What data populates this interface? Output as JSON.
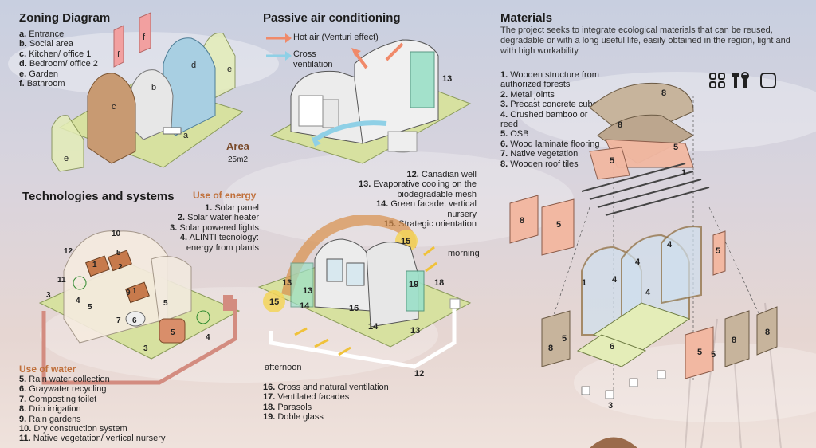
{
  "zoning": {
    "title": "Zoning Diagram",
    "items": [
      {
        "key": "a.",
        "label": "Entrance"
      },
      {
        "key": "b.",
        "label": "Social area"
      },
      {
        "key": "c.",
        "label": "Kitchen/ office 1"
      },
      {
        "key": "d.",
        "label": "Bedroom/ office 2"
      },
      {
        "key": "e.",
        "label": "Garden"
      },
      {
        "key": "f.",
        "label": "Bathroom"
      }
    ],
    "area_label": "Area",
    "area_value": "25m2",
    "labels": {
      "a": "a",
      "b": "b",
      "c": "c",
      "d": "d",
      "e": "e",
      "f": "f"
    }
  },
  "passive": {
    "title": "Passive air conditioning",
    "hot_air": "Hot air (Venturi effect)",
    "cross_vent": "Cross\nventilation",
    "items": [
      {
        "num": "12.",
        "label": "Canadian well"
      },
      {
        "num": "13.",
        "label": "Evaporative cooling on the biodegradable mesh"
      },
      {
        "num": "14.",
        "label": "Green facade, vertical nursery"
      },
      {
        "num": "15.",
        "label": "Strategic orientation"
      }
    ],
    "items2": [
      {
        "num": "16.",
        "label": "Cross and natural ventilation"
      },
      {
        "num": "17.",
        "label": "Ventilated facades"
      },
      {
        "num": "18.",
        "label": "Parasols"
      },
      {
        "num": "19.",
        "label": "Doble glass"
      }
    ],
    "morning": "morning",
    "afternoon": "afternoon",
    "diagram_numbers": [
      "13",
      "15",
      "13",
      "14",
      "16",
      "14",
      "13",
      "19",
      "18",
      "12",
      "15"
    ]
  },
  "tech": {
    "title": "Technologies and systems",
    "energy_title": "Use of energy",
    "energy_items": [
      {
        "num": "1.",
        "label": "Solar panel"
      },
      {
        "num": "2.",
        "label": "Solar water heater"
      },
      {
        "num": "3.",
        "label": "Solar powered lights"
      },
      {
        "num": "4.",
        "label": "ALINTI tecnology:\nenergy from plants"
      }
    ],
    "water_title": "Use of water",
    "water_items": [
      {
        "num": "5.",
        "label": "Rain water collection"
      },
      {
        "num": "6.",
        "label": "Graywater recycling"
      },
      {
        "num": "7.",
        "label": "Composting toilet"
      },
      {
        "num": "8.",
        "label": "Drip irrigation"
      },
      {
        "num": "9.",
        "label": "Rain gardens"
      },
      {
        "num": "10.",
        "label": "Dry construction system"
      },
      {
        "num": "11.",
        "label": "Native vegetation/ vertical nursery"
      }
    ],
    "diagram_numbers": [
      "10",
      "12",
      "5",
      "1",
      "2",
      "11",
      "3",
      "4",
      "5",
      "9",
      "1",
      "7",
      "6",
      "5",
      "5",
      "4",
      "3"
    ]
  },
  "materials": {
    "title": "Materials",
    "intro": "The project seeks to integrate ecological materials that can be reused, degradable or with a long useful life, easily obtained in the region, light and with high workability.",
    "items": [
      {
        "num": "1.",
        "label": "Wooden structure from authorized forests"
      },
      {
        "num": "2.",
        "label": "Metal joints"
      },
      {
        "num": "3.",
        "label": "Precast concrete cubes"
      },
      {
        "num": "4.",
        "label": "Crushed bamboo or reed"
      },
      {
        "num": "5.",
        "label": "OSB"
      },
      {
        "num": "6.",
        "label": "Wood laminate flooring"
      },
      {
        "num": "7.",
        "label": "Native vegetation"
      },
      {
        "num": "8.",
        "label": "Wooden roof tiles"
      }
    ],
    "diagram_numbers": [
      "8",
      "8",
      "5",
      "5",
      "1",
      "8",
      "5",
      "4",
      "4",
      "4",
      "5",
      "1",
      "4",
      "5",
      "5",
      "8",
      "8",
      "6",
      "5",
      "8",
      "3"
    ],
    "icons": [
      "grid-icon",
      "tools-icon",
      "square-icon"
    ]
  },
  "colors": {
    "orange": "#c0703b",
    "salmon": "#f0a98c",
    "lime": "#c8d98a",
    "blue": "#9cc6dc",
    "brown": "#b07a4f"
  }
}
